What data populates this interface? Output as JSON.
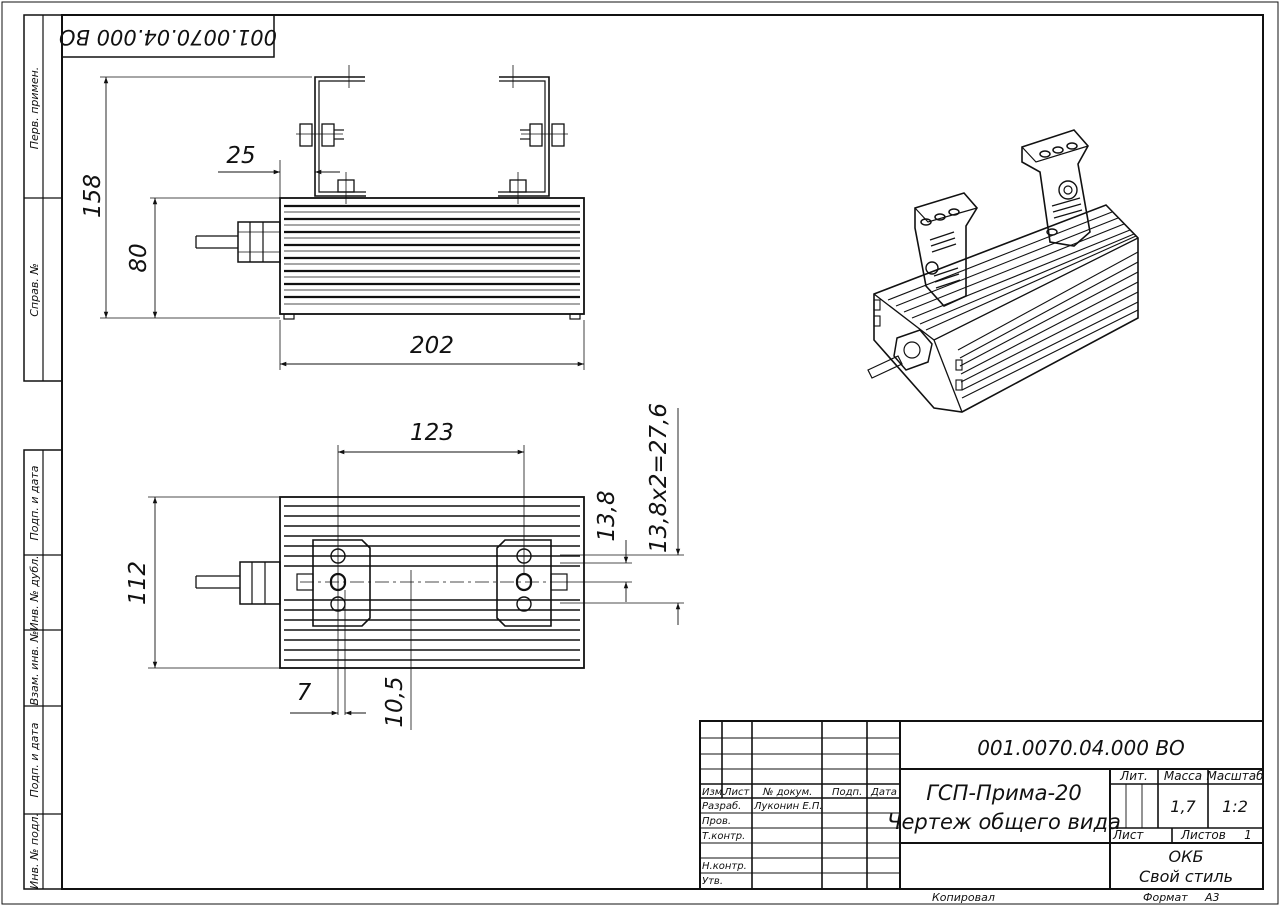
{
  "sheet": {
    "corner_designation": "001.0070.04.000 ВО",
    "copied_label": "Копировал",
    "format_label": "Формат",
    "format_value": "А3"
  },
  "side_stamps": [
    "Перв. примен.",
    "Справ. №",
    "Подп. и дата",
    "Инв. № дубл.",
    "Взам. инв. №",
    "Подп. и дата",
    "Инв. № подл."
  ],
  "dimensions": {
    "height_total": "158",
    "height_body": "80",
    "offset_left": "25",
    "length": "202",
    "hole_spacing": "123",
    "width": "112",
    "slot_pitch": "13,8",
    "slot_range": "13,8х2=27,6",
    "edge_offset": "7",
    "center_offset": "10,5"
  },
  "title_block": {
    "designation": "001.0070.04.000 ВО",
    "product_name": "ГСП-Прима-20",
    "doc_title": "Чертеж общего вида",
    "col_izm": "Изм.",
    "col_list": "Лист",
    "col_doc": "№ докум.",
    "col_sign": "Подп.",
    "col_date": "Дата",
    "row_razrab": "Разраб.",
    "razrab_name": "Луконин Е.П.",
    "row_prov": "Пров.",
    "row_tkontr": "Т.контр.",
    "row_nkontr": "Н.контр.",
    "row_utv": "Утв.",
    "lit_label": "Лит.",
    "mass_label": "Масса",
    "scale_label": "Масштаб",
    "mass_value": "1,7",
    "scale_value": "1:2",
    "sheet_label": "Лист",
    "sheets_label": "Листов",
    "sheets_value": "1",
    "org1": "ОКБ",
    "org2": "Свой стиль"
  }
}
